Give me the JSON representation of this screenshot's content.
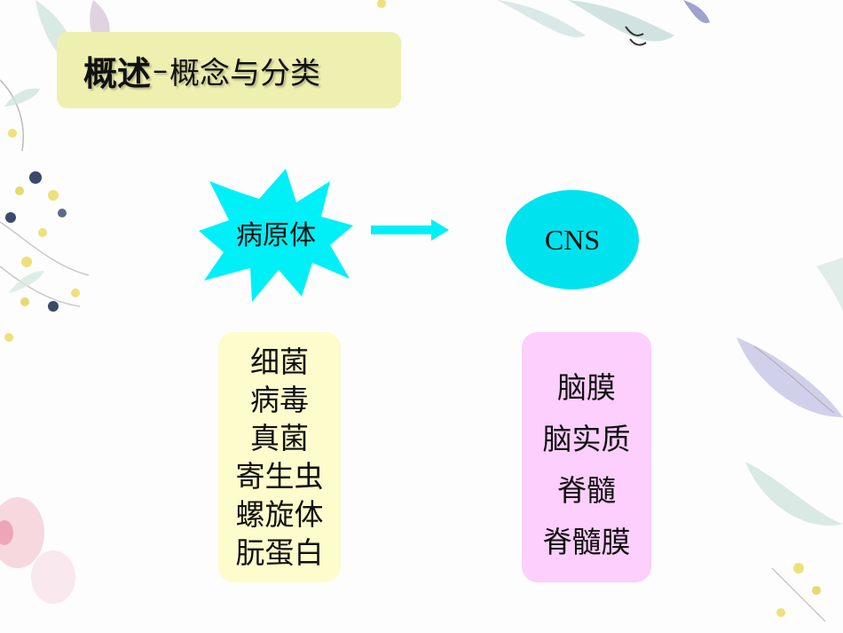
{
  "title": {
    "main": "概述",
    "dash": "–",
    "sub": "概念与分类"
  },
  "pathogen": {
    "label": "病原体"
  },
  "cns": {
    "label": "CNS"
  },
  "pathogen_list": {
    "items": [
      "细菌",
      "病毒",
      "真菌",
      "寄生虫",
      "螺旋体",
      "朊蛋白"
    ]
  },
  "cns_list": {
    "items": [
      "脑膜",
      "脑实质",
      "脊髓",
      "脊髓膜"
    ]
  },
  "colors": {
    "title_bg": "#eef0b0",
    "burst": "#00f0f8",
    "arrow": "#00f0f8",
    "cns_oval": "#00e3ee",
    "left_list_bg": "#fdfccc",
    "right_list_bg": "#fccffc"
  }
}
